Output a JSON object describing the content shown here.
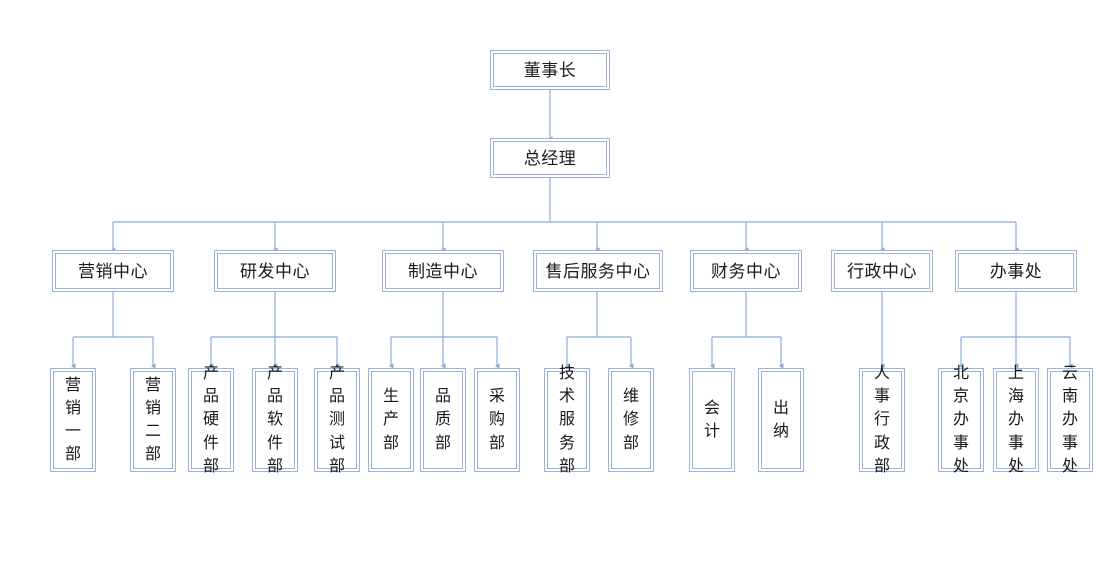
{
  "chart": {
    "title": "公司组织架构图",
    "type": "org-chart",
    "colors": {
      "box_border": "#9db4d8",
      "connector": "#8faadc",
      "background": "#ffffff",
      "text": "#1a1a1a"
    },
    "levels": [
      {
        "level": 0,
        "nodes": [
          {
            "id": "chairman",
            "label": "董事长",
            "orientation": "horizontal"
          }
        ]
      },
      {
        "level": 1,
        "nodes": [
          {
            "id": "gm",
            "label": "总经理",
            "orientation": "horizontal"
          }
        ]
      },
      {
        "level": 2,
        "nodes": [
          {
            "id": "marketing-center",
            "label": "营销中心",
            "orientation": "horizontal"
          },
          {
            "id": "rnd-center",
            "label": "研发中心",
            "orientation": "horizontal"
          },
          {
            "id": "manufacturing-center",
            "label": "制造中心",
            "orientation": "horizontal"
          },
          {
            "id": "aftersales-center",
            "label": "售后服务中心",
            "orientation": "horizontal"
          },
          {
            "id": "finance-center",
            "label": "财务中心",
            "orientation": "horizontal"
          },
          {
            "id": "admin-center",
            "label": "行政中心",
            "orientation": "horizontal"
          },
          {
            "id": "offices",
            "label": "办事处",
            "orientation": "horizontal"
          }
        ]
      },
      {
        "level": 3,
        "nodes": [
          {
            "id": "marketing-dept-1",
            "parent": "marketing-center",
            "label": "营销一部",
            "orientation": "vertical"
          },
          {
            "id": "marketing-dept-2",
            "parent": "marketing-center",
            "label": "营销二部",
            "orientation": "vertical"
          },
          {
            "id": "product-hardware",
            "parent": "rnd-center",
            "label": "产品硬件部",
            "orientation": "vertical"
          },
          {
            "id": "product-software",
            "parent": "rnd-center",
            "label": "产品软件部",
            "orientation": "vertical"
          },
          {
            "id": "product-testing",
            "parent": "rnd-center",
            "label": "产品测试部",
            "orientation": "vertical"
          },
          {
            "id": "production-dept",
            "parent": "manufacturing-center",
            "label": "生产部",
            "orientation": "vertical"
          },
          {
            "id": "quality-dept",
            "parent": "manufacturing-center",
            "label": "品质部",
            "orientation": "vertical"
          },
          {
            "id": "purchasing-dept",
            "parent": "manufacturing-center",
            "label": "采购部",
            "orientation": "vertical"
          },
          {
            "id": "tech-service-dept",
            "parent": "aftersales-center",
            "label": "技术服务部",
            "orientation": "vertical"
          },
          {
            "id": "repair-dept",
            "parent": "aftersales-center",
            "label": "维修部",
            "orientation": "vertical"
          },
          {
            "id": "accounting",
            "parent": "finance-center",
            "label": "会计",
            "orientation": "vertical"
          },
          {
            "id": "cashier",
            "parent": "finance-center",
            "label": "出纳",
            "orientation": "vertical"
          },
          {
            "id": "hr-admin-dept",
            "parent": "admin-center",
            "label": "人事行政部",
            "orientation": "vertical"
          },
          {
            "id": "beijing-office",
            "parent": "offices",
            "label": "北京办事处",
            "orientation": "vertical"
          },
          {
            "id": "shanghai-office",
            "parent": "offices",
            "label": "上海办事处",
            "orientation": "vertical"
          },
          {
            "id": "yunnan-office",
            "parent": "offices",
            "label": "云南办事处",
            "orientation": "vertical"
          }
        ]
      }
    ]
  }
}
